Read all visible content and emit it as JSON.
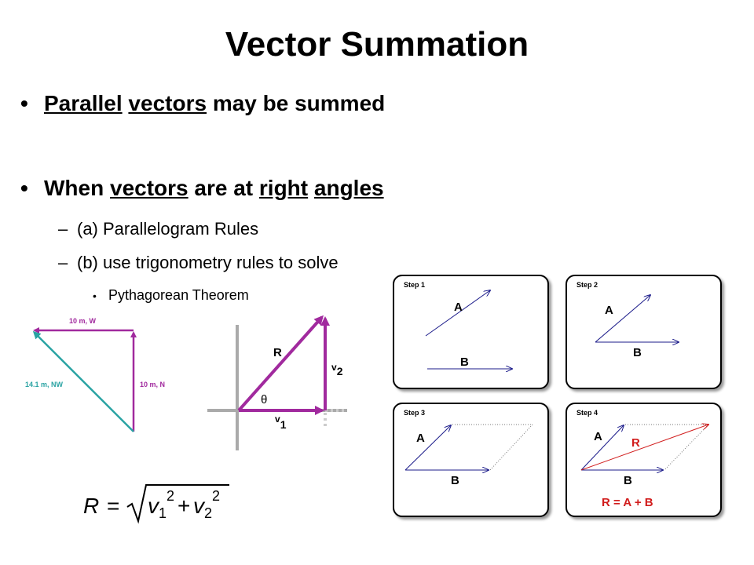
{
  "slide": {
    "title": "Vector Summation",
    "bullets": [
      {
        "words": [
          "Parallel",
          " ",
          "vectors",
          " may be summed"
        ]
      },
      {
        "words": [
          "When ",
          "vectors",
          " are at ",
          "right",
          " ",
          "angles"
        ]
      }
    ],
    "sub_bullets": [
      "(a) Parallelogram Rules",
      "(b) use trigonometry rules to solve"
    ],
    "sub_sub_bullets": [
      "Pythagorean Theorem"
    ],
    "bullet_glyph": "•",
    "dash_glyph": "–"
  },
  "triangle_diagram": {
    "top_label": "10 m, W",
    "hyp_label": "14.1 m, NW",
    "right_label": "10 m, N",
    "color": "#a12a9e",
    "hyp_color": "#2aa3a3"
  },
  "component_diagram": {
    "r_label": "R",
    "theta_label": "θ",
    "v2_letter": "v",
    "v2_sub": "2",
    "v1_letter": "v",
    "v1_sub": "1"
  },
  "formula": {
    "lhs": "R",
    "eq": "=",
    "t1": "v",
    "s1": "1",
    "p1": "2",
    "plus": "+",
    "t2": "v",
    "s2": "2",
    "p2": "2"
  },
  "steps": {
    "step1": {
      "label": "Step 1",
      "a": "A",
      "b": "B"
    },
    "step2": {
      "label": "Step 2",
      "a": "A",
      "b": "B"
    },
    "step3": {
      "label": "Step 3",
      "a": "A",
      "b": "B"
    },
    "step4": {
      "label": "Step 4",
      "a": "A",
      "b": "B",
      "r": "R",
      "equation": "R = A + B"
    }
  }
}
